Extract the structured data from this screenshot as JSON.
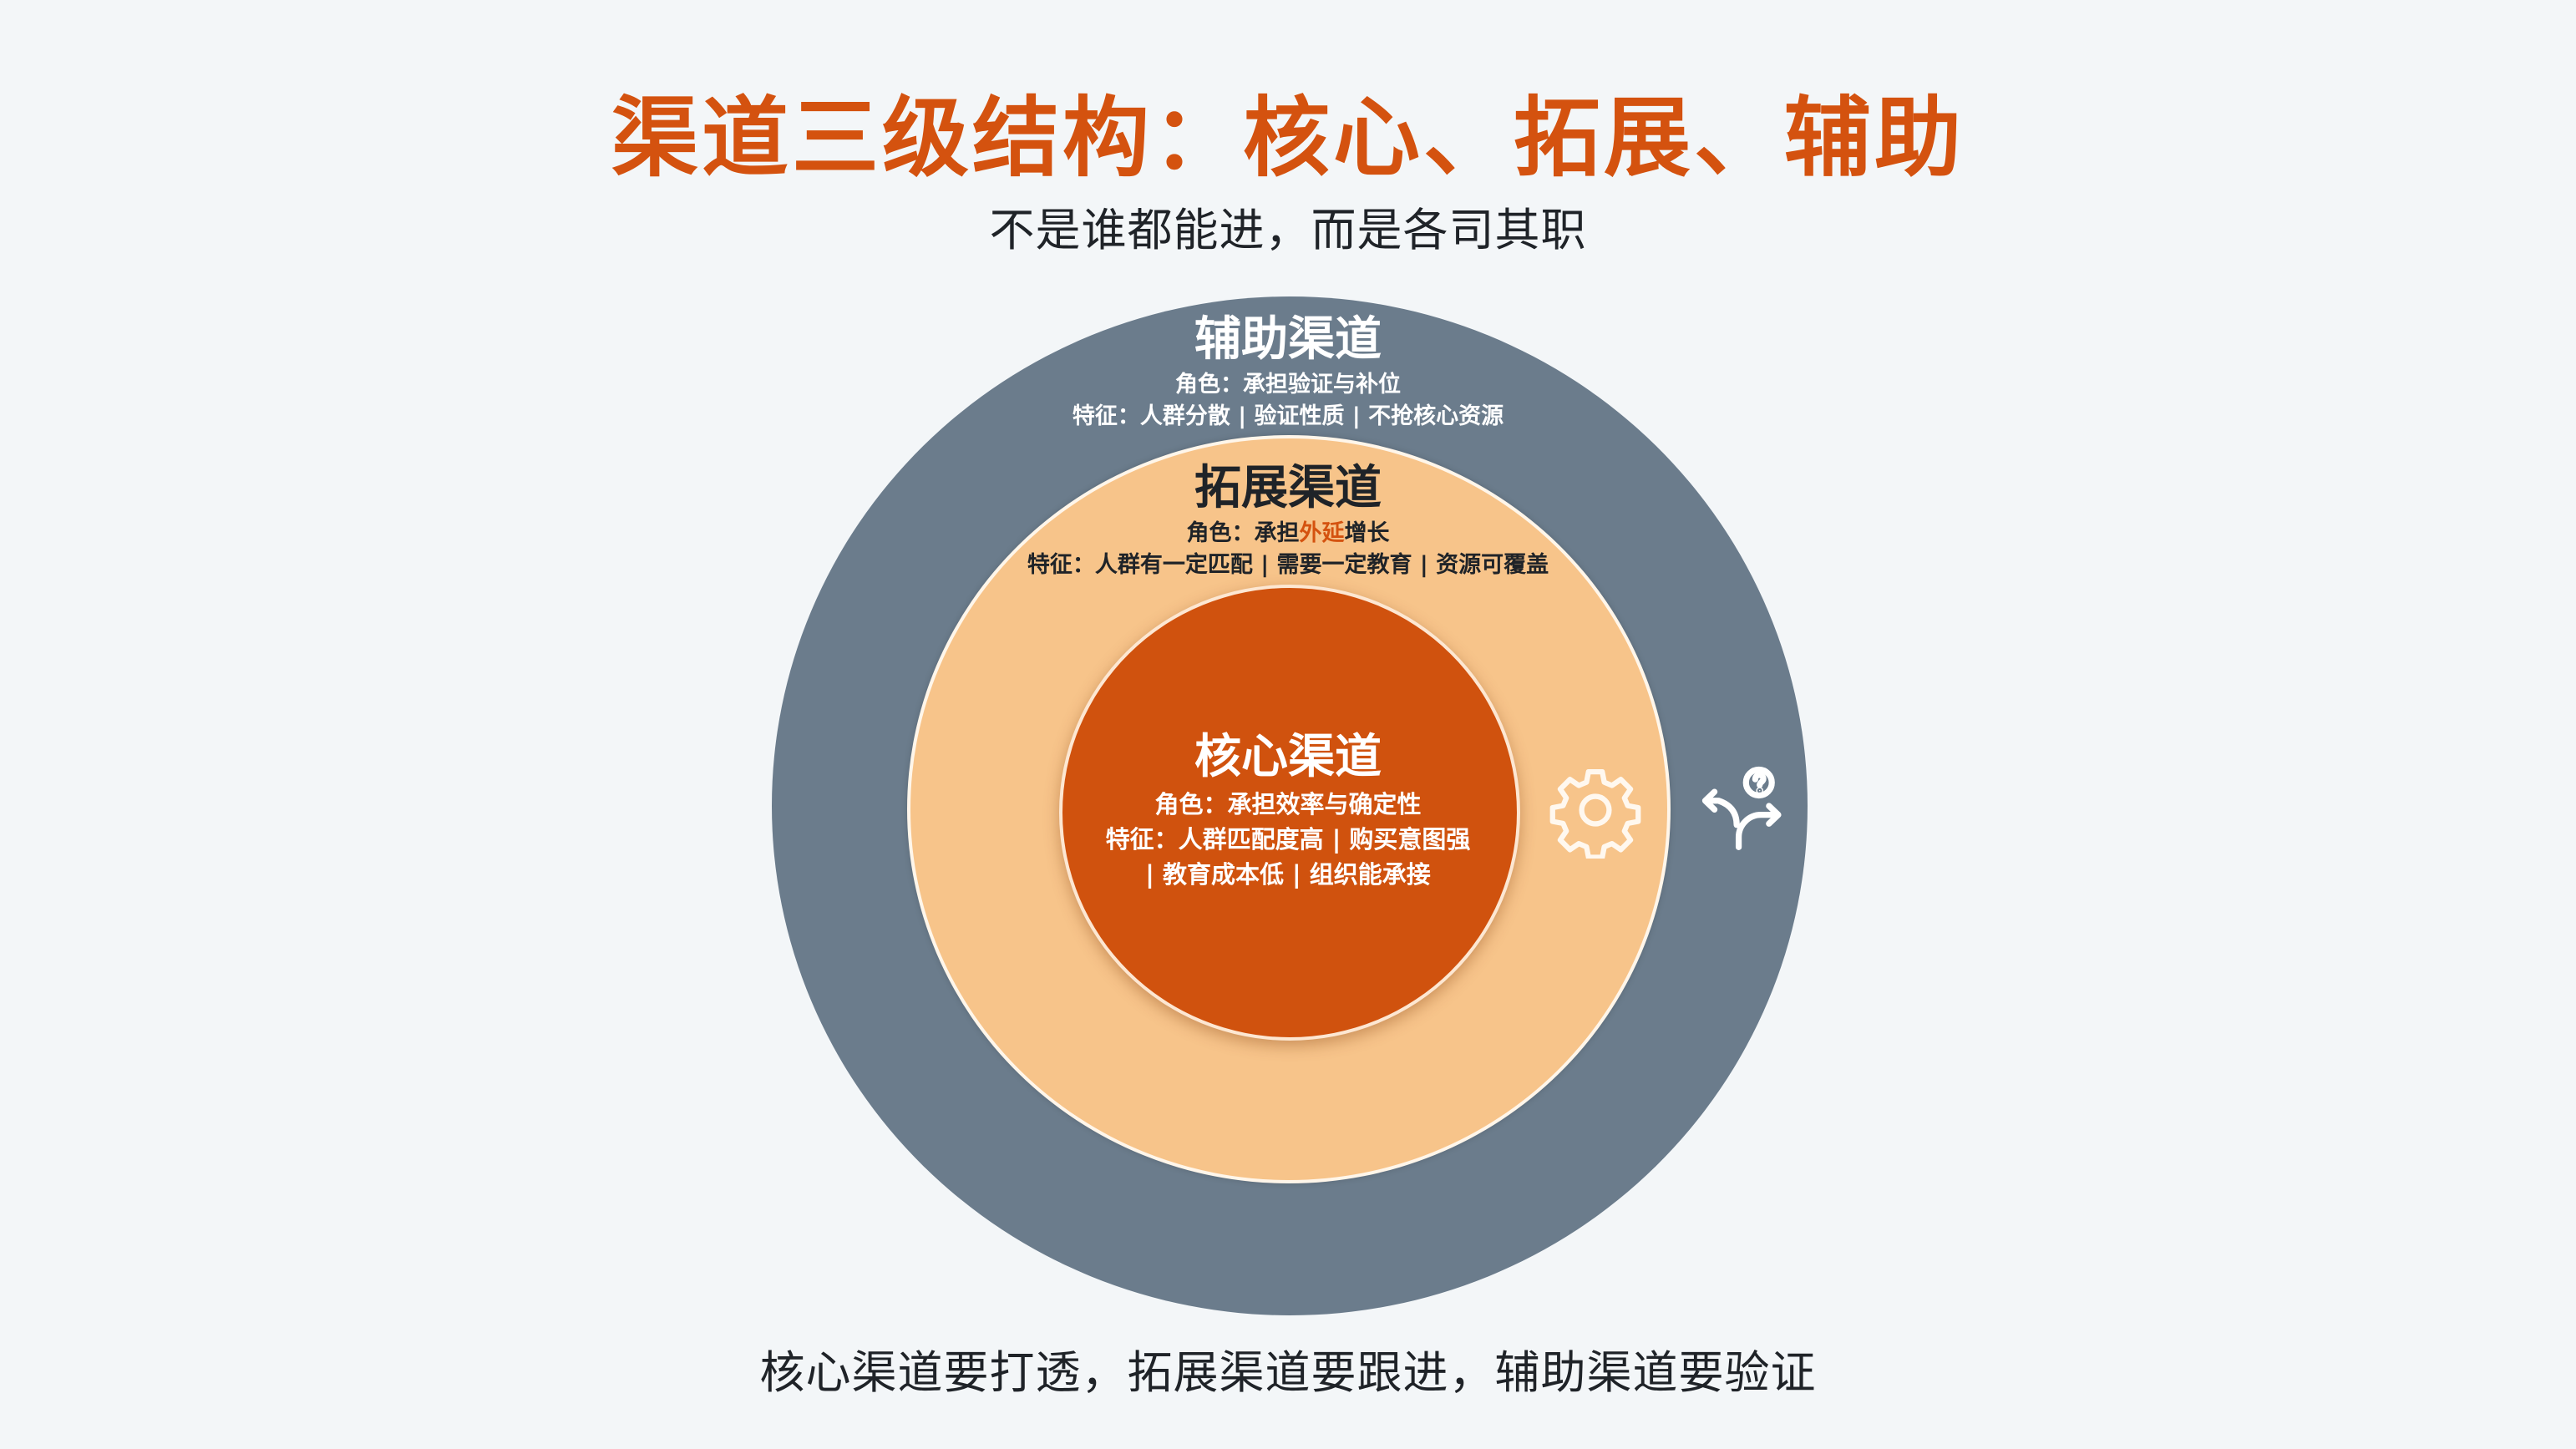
{
  "header": {
    "title": "渠道三级结构：核心、拓展、辅助",
    "subtitle": "不是谁都能进，而是各司其职"
  },
  "rings": {
    "outer": {
      "name": "辅助渠道",
      "role_prefix": "角色：承担验证与补位",
      "features": "特征：人群分散 | 验证性质 | 不抢核心资源",
      "color": "#6b7c8c",
      "icon": "split-path-question-icon"
    },
    "middle": {
      "name": "拓展渠道",
      "role_prefix": "角色：承担",
      "role_highlight": "外延",
      "role_suffix": "增长",
      "features": "特征：人群有一定匹配 | 需要一定教育 | 资源可覆盖",
      "color": "#f7c48a",
      "icon": "gear-icon"
    },
    "core": {
      "name": "核心渠道",
      "role": "角色：承担效率与确定性",
      "features_line1": "特征：人群匹配度高 | 购买意图强",
      "features_line2": "| 教育成本低 | 组织能承接",
      "color": "#d0520e"
    }
  },
  "footer": {
    "text": "核心渠道要打透，拓展渠道要跟进，辅助渠道要验证"
  },
  "colors": {
    "accent": "#d4520f",
    "background": "#f3f6f8",
    "text_dark": "#1f2328"
  }
}
